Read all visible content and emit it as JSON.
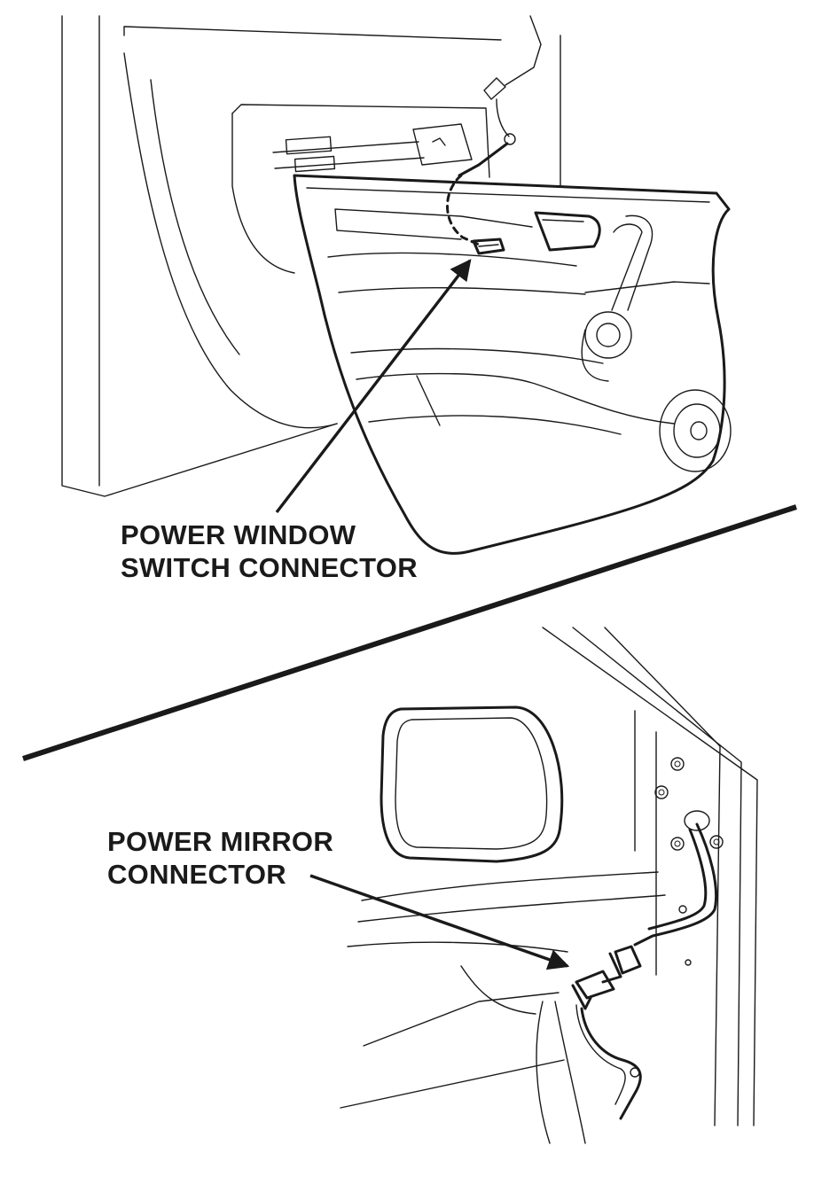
{
  "callouts": {
    "window_line1": "POWER WINDOW",
    "window_line2": "SWITCH CONNECTOR",
    "mirror_line1": "POWER MIRROR",
    "mirror_line2": "CONNECTOR"
  },
  "colors": {
    "ink": "#1a1a1a",
    "paper": "#ffffff"
  }
}
